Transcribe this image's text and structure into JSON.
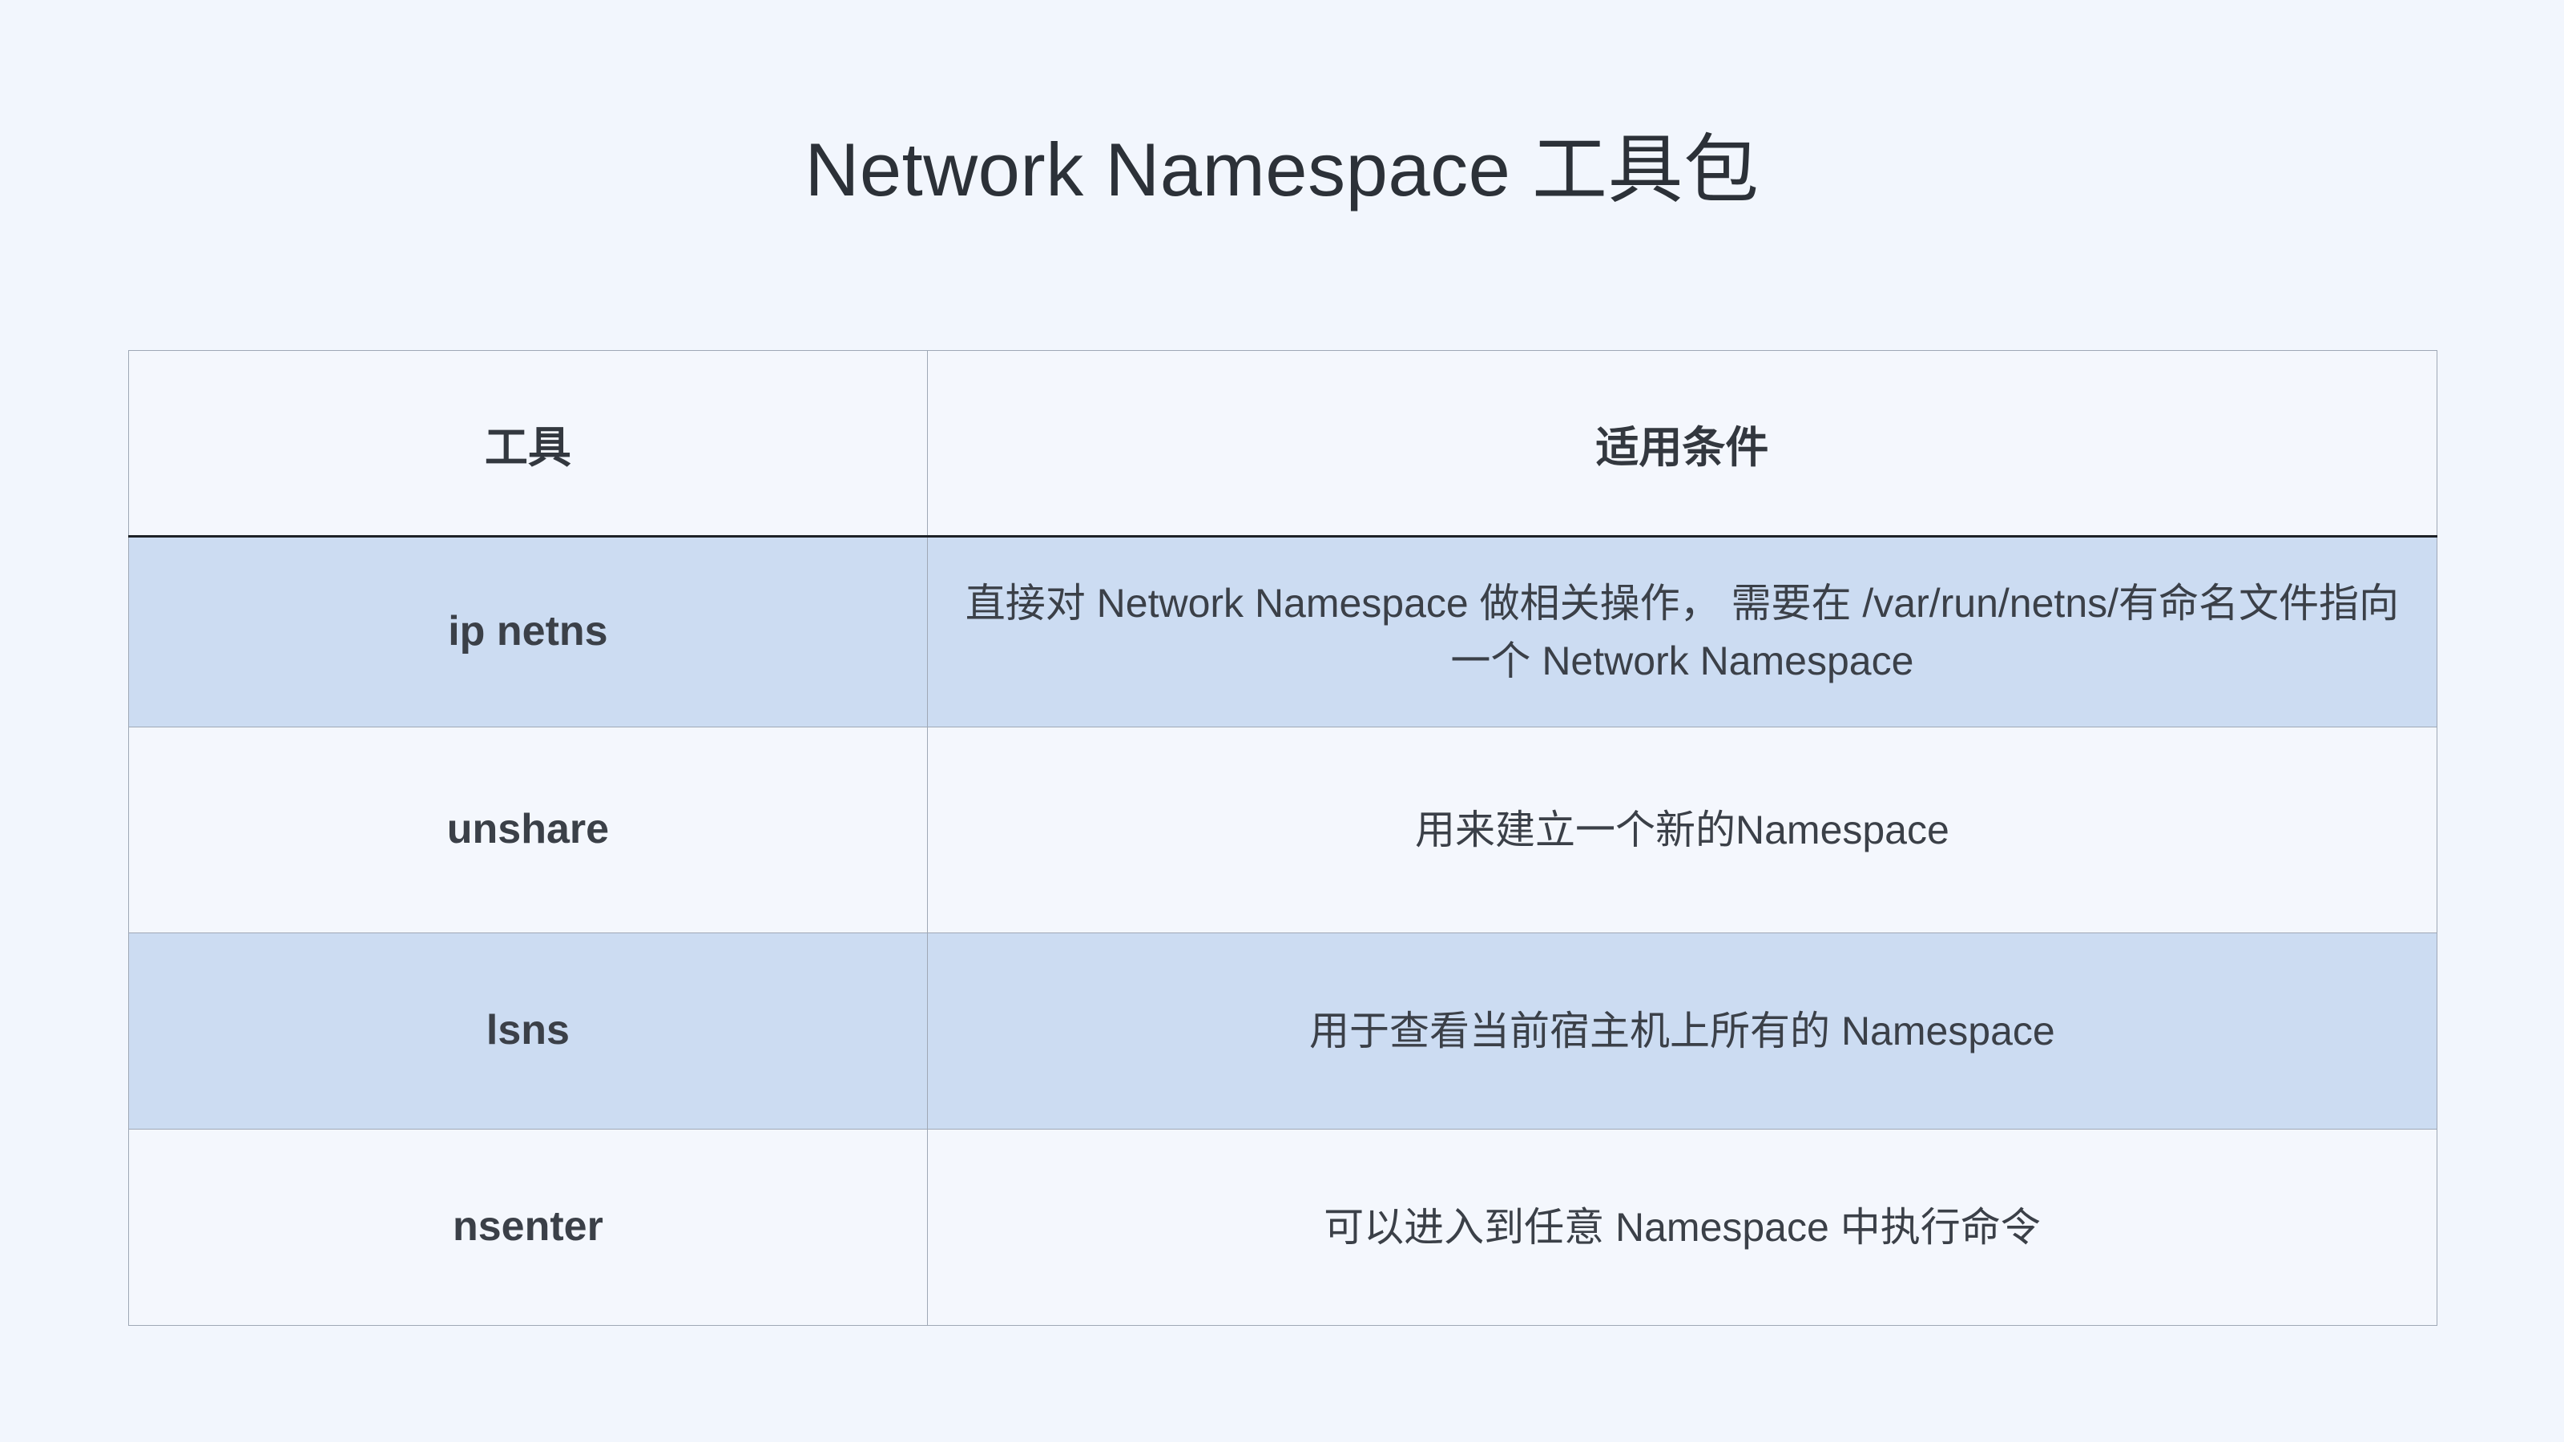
{
  "title": "Network Namespace 工具包",
  "colors": {
    "page_background": "#f2f6fd",
    "table_background": "#f4f7fd",
    "row_highlight": "#ccdcf2",
    "border": "#9fa8b6",
    "header_rule": "#1d2127",
    "title_text": "#2c3138",
    "body_text": "#3b4048"
  },
  "table": {
    "headers": [
      "工具",
      "适用条件"
    ],
    "rows": [
      {
        "tool": "ip netns",
        "condition": "直接对 Network Namespace 做相关操作， 需要在 /var/run/netns/有命名文件指向一个 Network Namespace",
        "highlighted": true
      },
      {
        "tool": "unshare",
        "condition": "用来建立一个新的Namespace",
        "highlighted": false
      },
      {
        "tool": "lsns",
        "condition": "用于查看当前宿主机上所有的 Namespace",
        "highlighted": true
      },
      {
        "tool": "nsenter",
        "condition": "可以进入到任意 Namespace 中执行命令",
        "highlighted": false
      }
    ]
  }
}
